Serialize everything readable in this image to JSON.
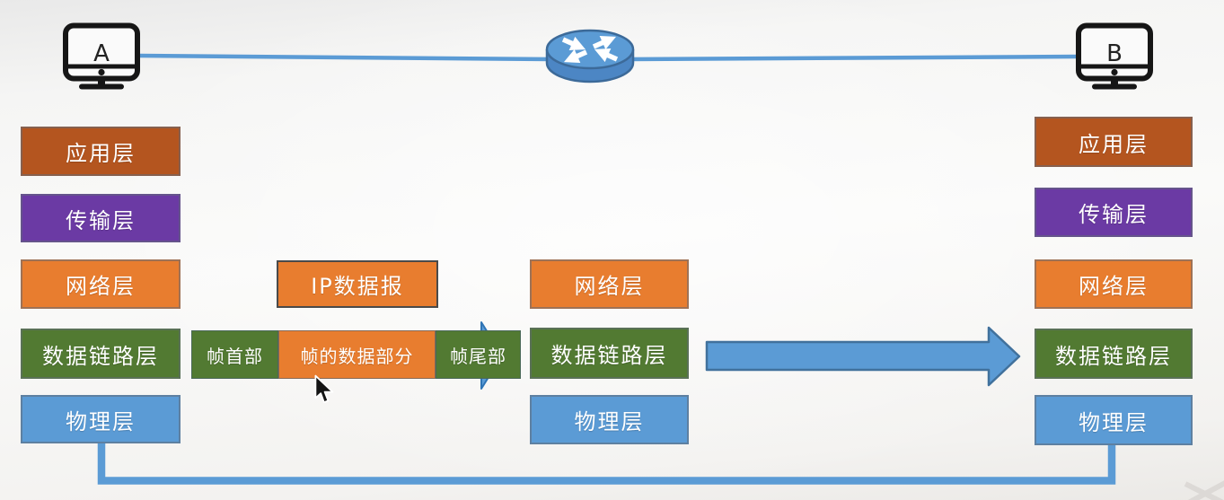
{
  "slide": {
    "host_a": {
      "label": "A"
    },
    "host_b": {
      "label": "B"
    },
    "layer_labels": {
      "application": "应用层",
      "transport": "传输层",
      "network": "网络层",
      "datalink": "数据链路层",
      "physical": "物理层"
    },
    "encapsulation": {
      "ip_datagram_label": "IP数据报",
      "frame_header_label": "帧首部",
      "frame_data_label": "帧的数据部分",
      "frame_trailer_label": "帧尾部"
    },
    "colors": {
      "application_layer": "#B4551F",
      "transport_layer": "#6B3AA4",
      "network_layer": "#E87D2F",
      "datalink_layer": "#527A32",
      "physical_layer": "#5B9BD5",
      "link_line": "#5B9BD5",
      "arrow_fill": "#5B9BD5",
      "arrow_outline": "#41719C",
      "device_outline": "#161616"
    },
    "icons": {
      "host_a": "monitor-icon",
      "host_b": "monitor-icon",
      "middle_device": "router-icon",
      "transfer": "big-right-arrow-icon",
      "frame_arrow": "small-right-arrow-icon",
      "pointer": "mouse-cursor-icon"
    }
  }
}
